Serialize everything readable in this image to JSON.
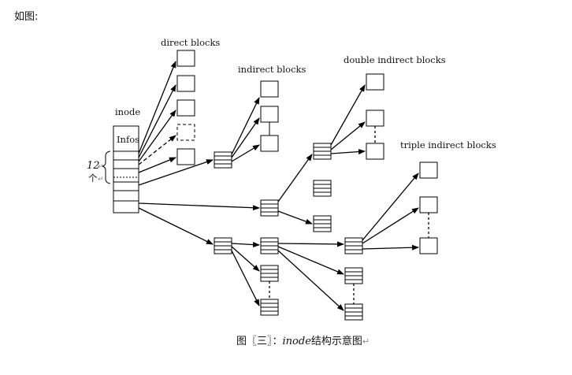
{
  "page": {
    "heading": "如图:"
  },
  "labels": {
    "direct_blocks": "direct blocks",
    "indirect_blocks": "indirect blocks",
    "double_indirect_blocks": "double indirect blocks",
    "triple_indirect_blocks": "triple indirect blocks",
    "inode": "inode",
    "infos": "Infos",
    "twelve": "12",
    "twelve_unit": "个",
    "return_mark": "↵"
  },
  "caption": {
    "prefix": "图〖三〗：",
    "italic": "inode",
    "suffix": "结构示意图",
    "mark": "↵"
  }
}
